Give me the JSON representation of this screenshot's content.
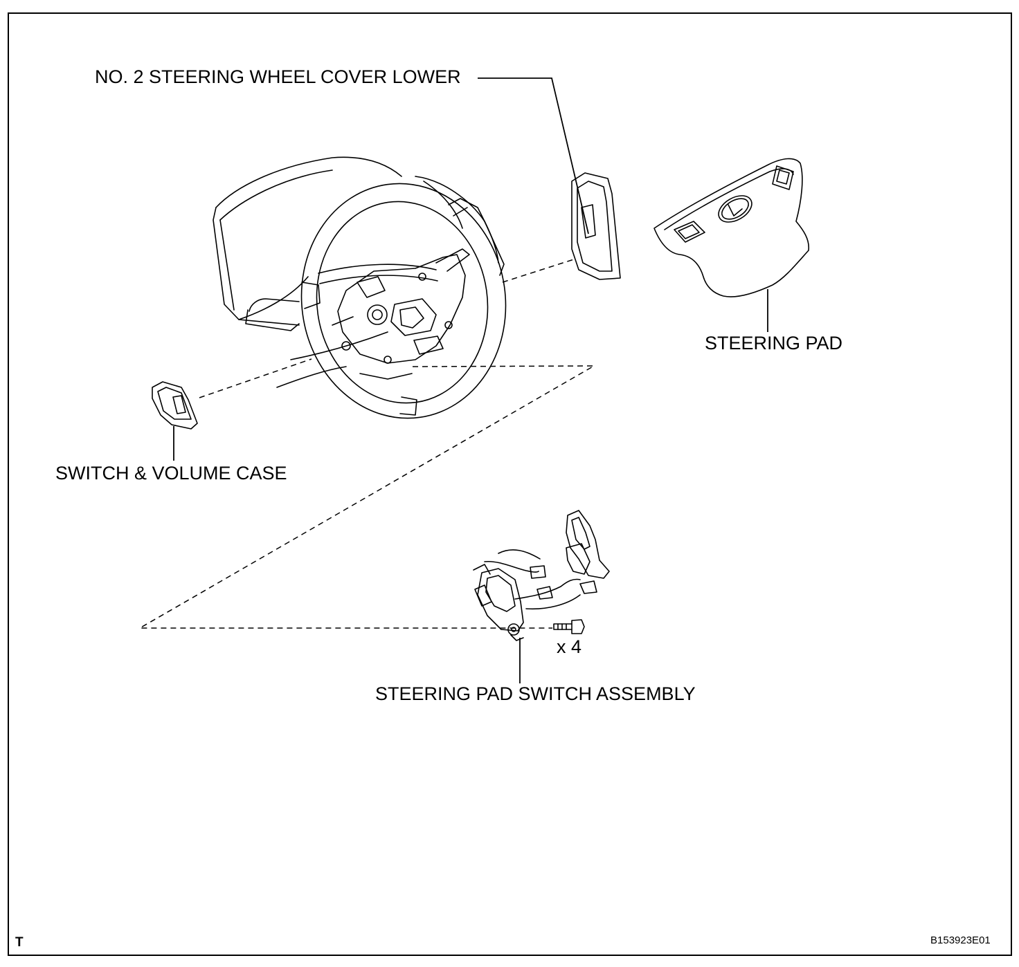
{
  "labels": {
    "cover_lower": "NO. 2 STEERING WHEEL COVER LOWER",
    "steering_pad": "STEERING PAD",
    "switch_volume_case": "SWITCH & VOLUME CASE",
    "pad_switch_assembly": "STEERING PAD SWITCH ASSEMBLY",
    "bolt_qty": "x 4"
  },
  "footer": {
    "corner_mark": "T",
    "figure_code": "B153923E01"
  }
}
